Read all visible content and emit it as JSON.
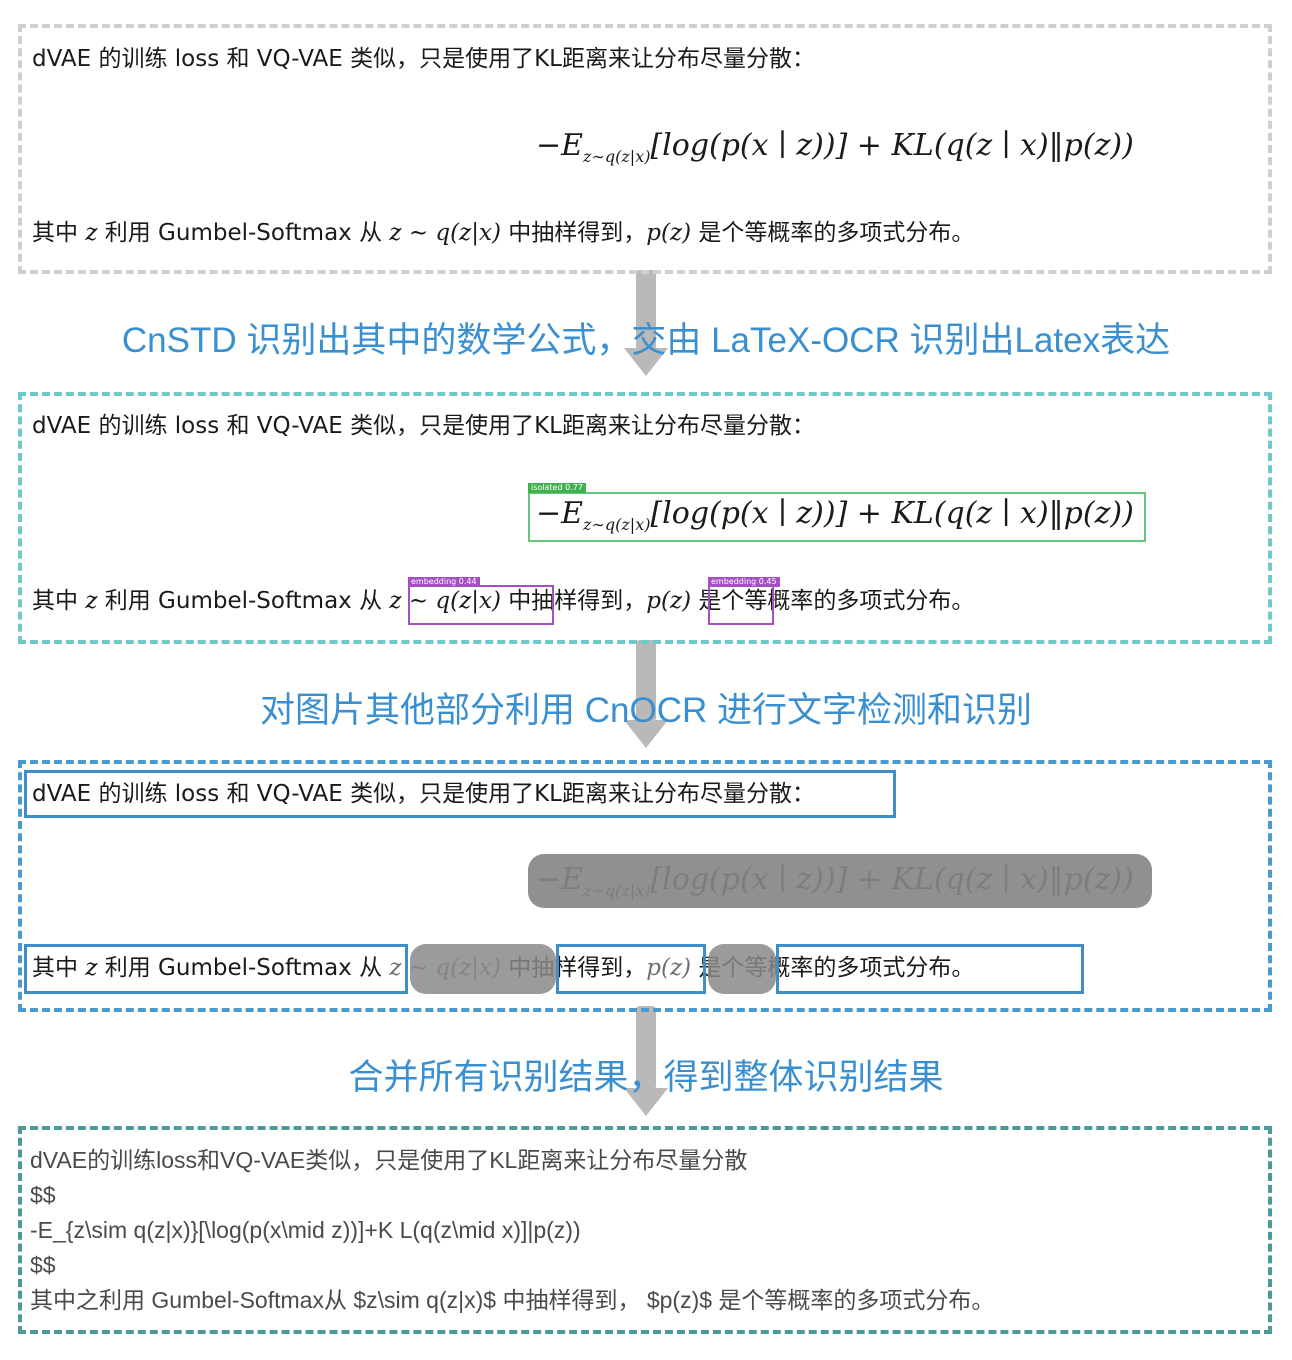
{
  "panel1": {
    "line1": "dVAE 的训练 loss 和 VQ-VAE 类似，只是使用了KL距离来让分布尽量分散：",
    "formula": "−E",
    "formula_sub": "z∼q(z|x)",
    "formula_rest": "[log(p(x ∣ z))] + KL(q(z ∣ x)‖p(z))",
    "line2_a": "其中 ",
    "line2_z": "z",
    "line2_b": " 利用 Gumbel-Softmax 从 ",
    "line2_m1": "z ∼ q(z|x)",
    "line2_c": " 中抽样得到，",
    "line2_m2": "p(z)",
    "line2_d": " 是个等概率的多项式分布。"
  },
  "caption1": "CnSTD 识别出其中的数学公式，交由 LaTeX-OCR 识别出Latex表达",
  "panel2": {
    "tag_isolated": "isolated 0.77",
    "tag_embedding1": "embedding 0.44",
    "tag_embedding2": "embedding 0.45"
  },
  "caption2": "对图片其他部分利用 CnOCR 进行文字检测和识别",
  "caption3": "合并所有识别结果，得到整体识别结果",
  "panel4": {
    "lines": [
      "dVAE的训练loss和VQ-VAE类似，只是使用了KL距离来让分布尽量分散",
      "$$",
      "-E_{z\\sim q(z|x)}[\\log(p(x\\mid z))]+K L(q(z\\mid x)]|p(z))",
      "$$",
      "其中之利用 Gumbel-Softmax从 $z\\sim q(z|x)$ 中抽样得到， $p(z)$ 是个等概率的多项式分布。"
    ]
  },
  "colors": {
    "caption": "#3a8fd0",
    "panel1_border": "#cfcfcf",
    "panel2_border": "#6ec9c9",
    "panel3_border": "#4a9ad0",
    "panel4_border": "#4a9a9a",
    "formula_box": "#67c27a",
    "embedding_box": "#a64fc3",
    "text_box": "#3f8ec8",
    "masked": "#8a8a8a"
  }
}
